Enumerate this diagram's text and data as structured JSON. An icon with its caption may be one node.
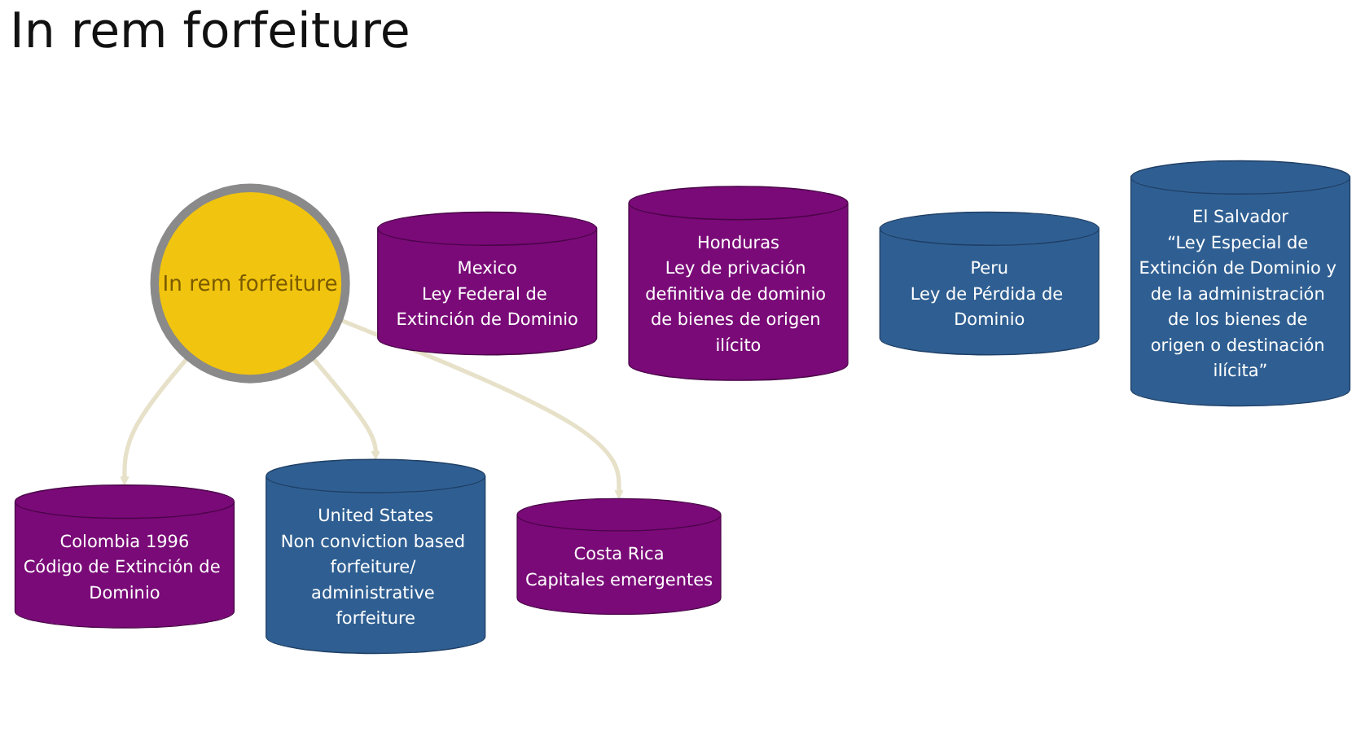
{
  "diagram": {
    "title": "In rem forfeiture",
    "nodes": [
      {
        "text": [
          "In rem forfeiture"
        ]
      },
      {
        "text": [
          "Colombia 1996",
          "Código de Extinción de Dominio"
        ]
      },
      {
        "text": [
          "Mexico",
          "Ley Federal de Extinción de Dominio"
        ]
      },
      {
        "text": [
          "Honduras",
          "Ley de privación definitiva de dominio de bienes de origen ilícito"
        ]
      },
      {
        "text": [
          "United States",
          "Non conviction based forfeiture/ administrative forfeiture"
        ]
      },
      {
        "text": [
          "Peru",
          "Ley de Pérdida de Dominio"
        ]
      },
      {
        "text": [
          "El Salvador",
          "“Ley Especial de Extinción de Dominio y de la administración de los bienes de origen o destinación ilícita”"
        ]
      },
      {
        "text": [
          "Costa Rica",
          "Capitales emergentes"
        ]
      }
    ],
    "edges": [
      {
        "from": 0,
        "to": 1,
        "arrow": "to",
        "color": "#e6e1c8"
      },
      {
        "from": 0,
        "to": 4,
        "arrow": "to",
        "color": "#e6e1c8"
      },
      {
        "from": 0,
        "to": 7,
        "arrow": "to",
        "color": "#e6e1c8"
      }
    ]
  }
}
